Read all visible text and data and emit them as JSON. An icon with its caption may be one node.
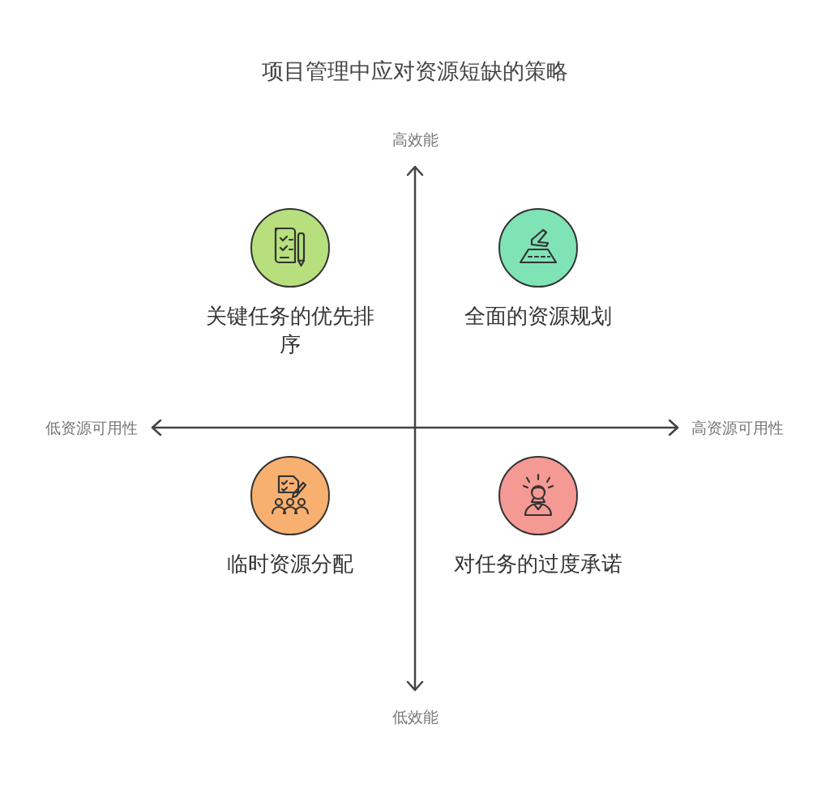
{
  "diagram": {
    "title": "项目管理中应对资源短缺的策略",
    "nodes": [
      {
        "text": [
          "关键任务的优先排序"
        ]
      },
      {
        "text": [
          "全面的资源规划"
        ]
      },
      {
        "text": [
          "临时资源分配"
        ]
      },
      {
        "text": [
          "对任务的过度承诺"
        ]
      }
    ],
    "labels": [
      "高效能",
      "低资源可用性",
      "高资源可用性",
      "低效能"
    ]
  }
}
